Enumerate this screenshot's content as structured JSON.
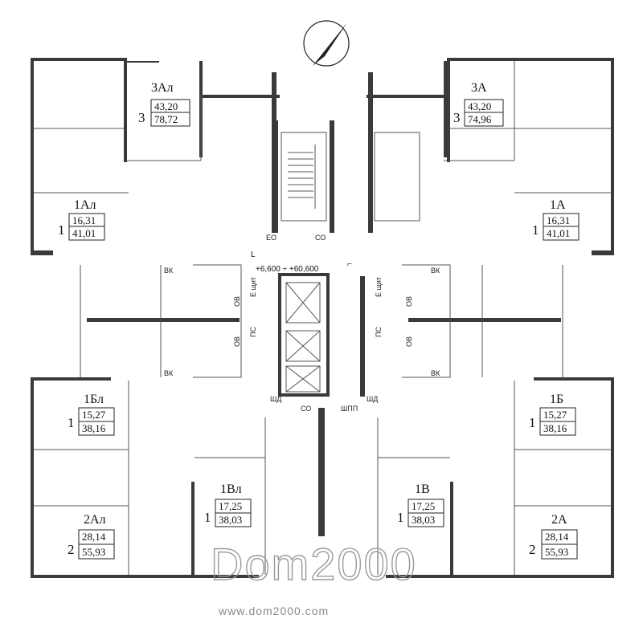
{
  "plan": {
    "elevation_label": "+6,600 ÷ +60,600",
    "core_labels": {
      "eo": "ЕО",
      "co_top": "СО",
      "vk": "ВК",
      "eshchit": "Е щит",
      "ps": "ПС",
      "ov": "ОВ",
      "shd": "ШД",
      "co_bottom": "СО",
      "shpp": "ШПП",
      "l_mark": "L",
      "corner_mark": "⌐"
    },
    "units": [
      {
        "code": "3Ал",
        "rooms": "3",
        "living": "43,20",
        "total": "78,72"
      },
      {
        "code": "3А",
        "rooms": "3",
        "living": "43,20",
        "total": "74,96"
      },
      {
        "code": "1Ал",
        "rooms": "1",
        "living": "16,31",
        "total": "41,01"
      },
      {
        "code": "1А",
        "rooms": "1",
        "living": "16,31",
        "total": "41,01"
      },
      {
        "code": "1Бл",
        "rooms": "1",
        "living": "15,27",
        "total": "38,16"
      },
      {
        "code": "1Б",
        "rooms": "1",
        "living": "15,27",
        "total": "38,16"
      },
      {
        "code": "1Вл",
        "rooms": "1",
        "living": "17,25",
        "total": "38,03"
      },
      {
        "code": "1В",
        "rooms": "1",
        "living": "17,25",
        "total": "38,03"
      },
      {
        "code": "2Ал",
        "rooms": "2",
        "living": "28,14",
        "total": "55,93"
      },
      {
        "code": "2А",
        "rooms": "2",
        "living": "28,14",
        "total": "55,93"
      }
    ],
    "icons": {
      "north": "north-arrow-icon"
    }
  },
  "watermark": {
    "brand": "Dom2000",
    "url": "www.dom2000.com"
  }
}
